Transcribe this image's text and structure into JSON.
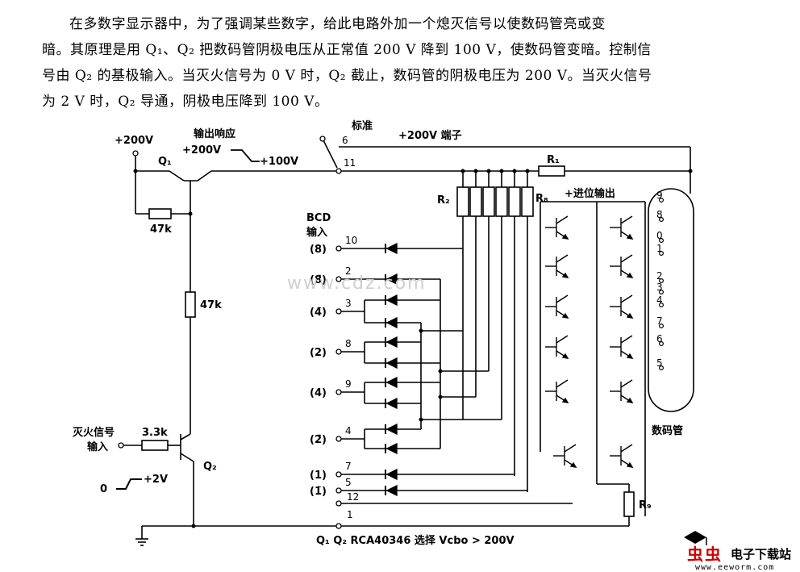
{
  "description": {
    "lines": [
      "在多数字显示器中，为了强调某些数字，给此电路外加一个熄灭信号以使数码管亮或变",
      "暗。其原理是用 Q₁、Q₂ 把数码管阴极电压从正常值 200 V 降到 100 V，使数码管变暗。控制信",
      "号由 Q₂ 的基极输入。当灭火信号为 0 V 时，Q₂ 截止，数码管的阴极电压为 200 V。当灭火信号",
      "为 2 V 时，Q₂ 导通，阴极电压降到 100 V。"
    ]
  },
  "circuit": {
    "supply": "+200V",
    "q1": "Q₁",
    "q2": "Q₂",
    "output_response_title": "输出响应",
    "output_high": "+200V",
    "output_low": "+100V",
    "standard_label": "标准",
    "terminal_label": "+200V 端子",
    "pin6": "6",
    "pin11": "11",
    "r1": "R₁",
    "r2": "R₂",
    "r8": "R₈",
    "r9": "R₉",
    "res_47k_a": "47k",
    "res_47k_b": "47k",
    "res_33k": "3.3k",
    "carry_output": "+进位输出",
    "bcd_title": "BCD",
    "bcd_subtitle": "输入",
    "bcd_inputs": [
      {
        "label": "(8)",
        "pin": "10"
      },
      {
        "label": "(8̄)",
        "pin": "2"
      },
      {
        "label": "(4̄)",
        "pin": "3"
      },
      {
        "label": "(2)",
        "pin": "8"
      },
      {
        "label": "(4)",
        "pin": "9"
      },
      {
        "label": "(2̄)",
        "pin": "4"
      },
      {
        "label": "(1)",
        "pin": "7"
      },
      {
        "label": "(1̄)",
        "pin": "5"
      }
    ],
    "pin12": "12",
    "pin1": "1",
    "blank_signal_line1": "灭火信号",
    "blank_signal_line2": "输入",
    "signal_low": "0",
    "signal_high": "+2V",
    "tube_label": "数码管",
    "tube_digits": [
      "9",
      "8",
      "0",
      "1",
      "2",
      "3",
      "4",
      "7",
      "6",
      "5"
    ],
    "footer_note": "Q₁ Q₂ RCA40346 选择 Vcbo > 200V"
  },
  "watermark": {
    "text": "www.cdz.com",
    "brand_text": "电子下载站",
    "brand_url": "www.eeworm.com"
  }
}
